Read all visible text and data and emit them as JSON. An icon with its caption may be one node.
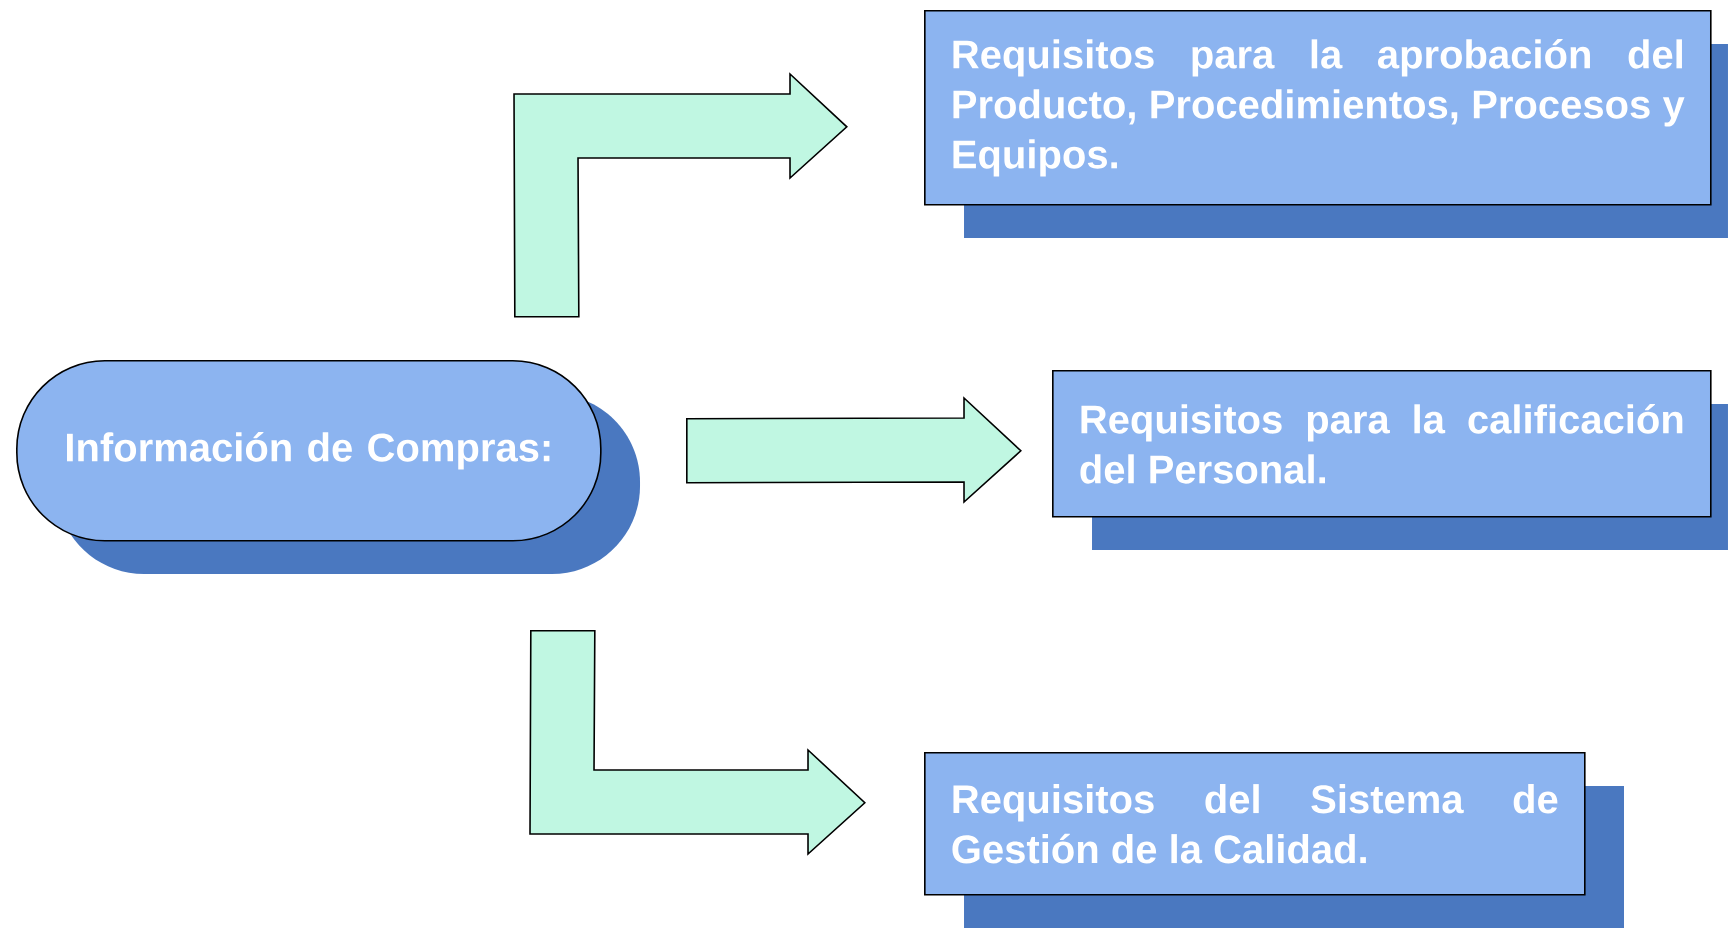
{
  "diagram": {
    "nodes": [
      {
        "text": [
          "Información de Compras:"
        ]
      },
      {
        "text": [
          "Requisitos para la aprobación del Producto, Procedimientos, Procesos y Equipos."
        ]
      },
      {
        "text": [
          "Requisitos para la calificación del Personal."
        ]
      },
      {
        "text": [
          "Requisitos del Sistema de Gestión de la Calidad."
        ]
      }
    ],
    "edges": [
      {
        "from": 0,
        "to": 1,
        "arrow": "to"
      },
      {
        "from": 0,
        "to": 2,
        "arrow": "to"
      },
      {
        "from": 0,
        "to": 3,
        "arrow": "to"
      }
    ]
  }
}
